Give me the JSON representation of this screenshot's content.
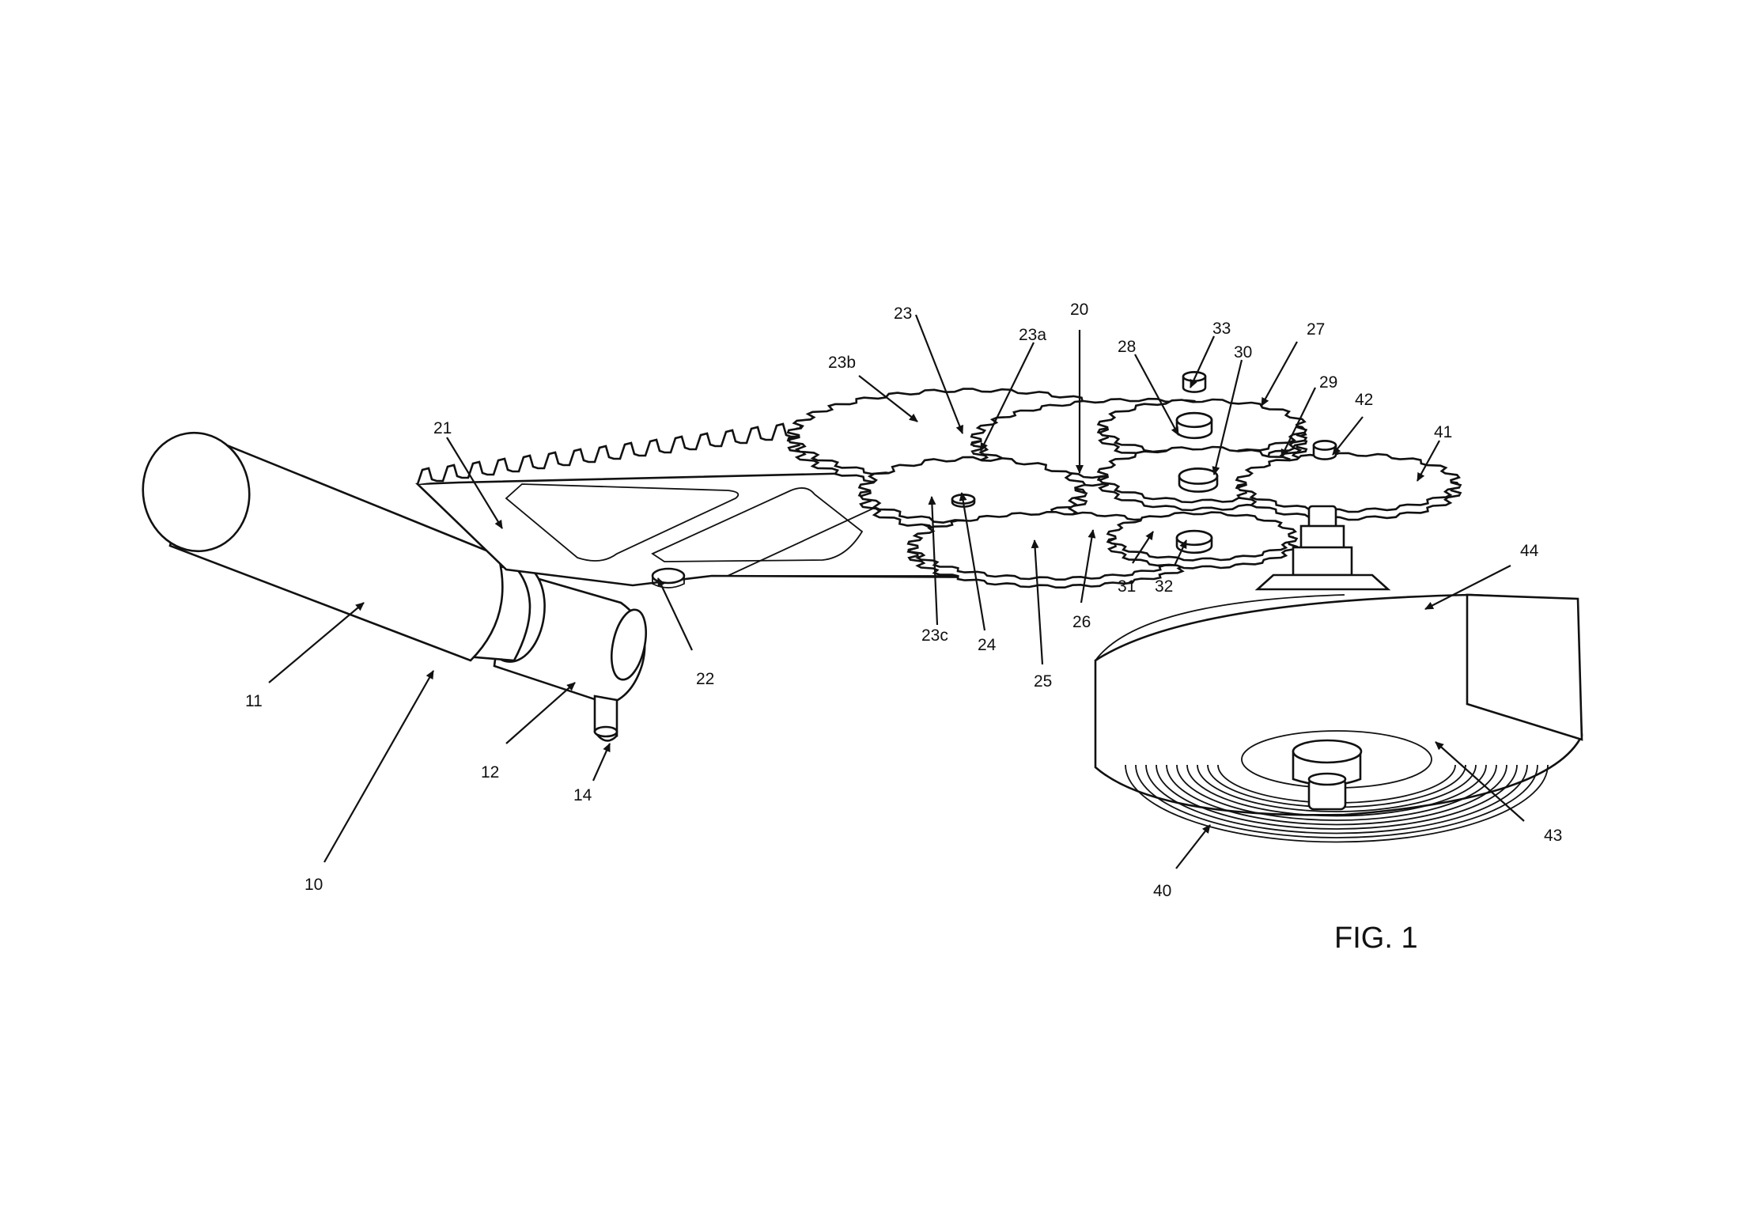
{
  "figure": {
    "caption": "FIG. 1",
    "labels": {
      "l10": "10",
      "l11": "11",
      "l12": "12",
      "l14": "14",
      "l20": "20",
      "l21": "21",
      "l22": "22",
      "l23": "23",
      "l23a": "23a",
      "l23b": "23b",
      "l23c": "23c",
      "l24": "24",
      "l25": "25",
      "l26": "26",
      "l27": "27",
      "l28": "28",
      "l29": "29",
      "l30": "30",
      "l31": "31",
      "l32": "32",
      "l33": "33",
      "l40": "40",
      "l41": "41",
      "l42": "42",
      "l43": "43",
      "l44": "44"
    }
  }
}
